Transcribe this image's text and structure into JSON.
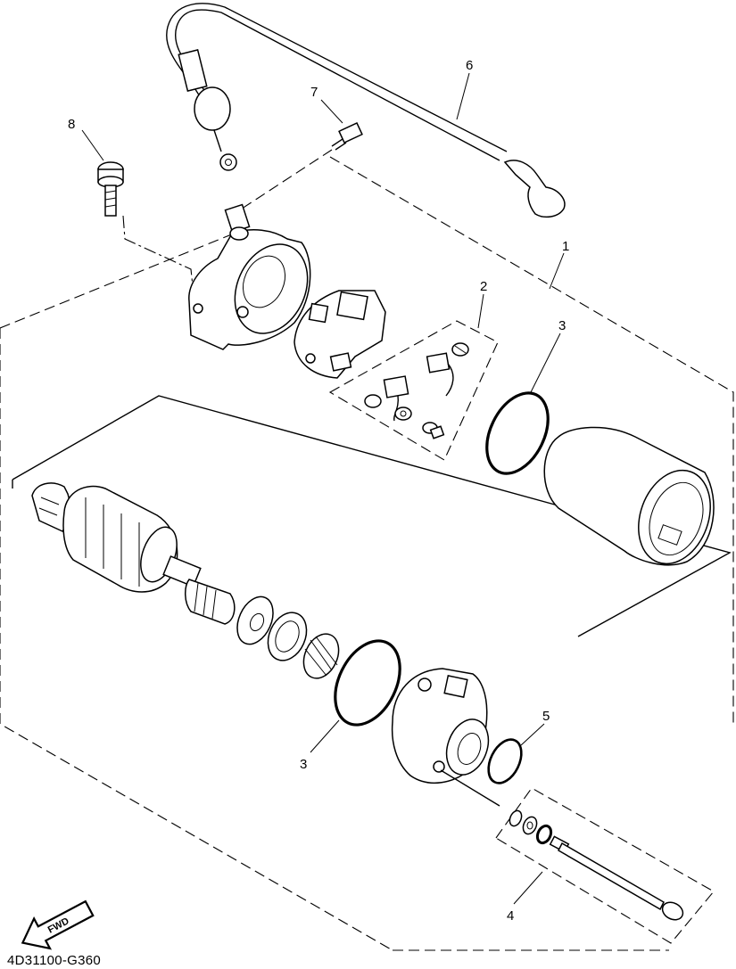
{
  "diagram": {
    "drawing_code": "4D31100-G360",
    "direction_label": "FWD",
    "callouts": [
      "1",
      "2",
      "3",
      "3",
      "4",
      "5",
      "6",
      "7",
      "8"
    ],
    "icons": [
      "fwd-arrow-icon"
    ]
  }
}
